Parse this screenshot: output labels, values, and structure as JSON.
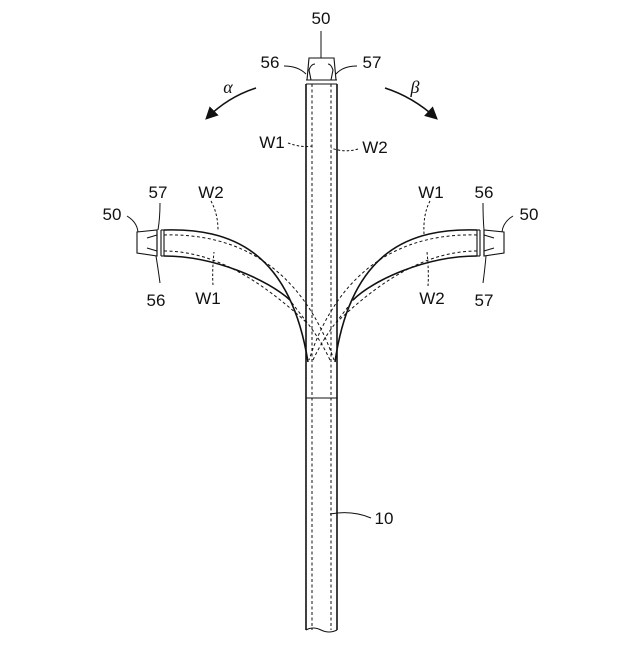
{
  "labels": {
    "tip_top": "50",
    "tip_left": "50",
    "tip_right": "50",
    "jaw_56_top": "56",
    "jaw_57_top": "57",
    "jaw_57_left": "57",
    "jaw_56_left": "56",
    "jaw_56_right": "56",
    "jaw_57_right": "57",
    "wire_w1_top": "W1",
    "wire_w2_top": "W2",
    "wire_w2_left": "W2",
    "wire_w1_left": "W1",
    "wire_w1_right": "W1",
    "wire_w2_right": "W2",
    "shaft": "10",
    "alpha": "α",
    "beta": "β"
  }
}
